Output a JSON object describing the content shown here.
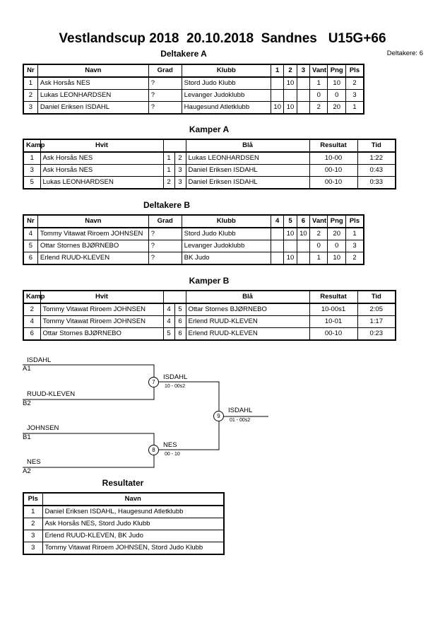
{
  "header": {
    "title": "Vestlandscup 2018  20.10.2018  Sandnes   U15G+66",
    "deltakere_count": "Deltakere: 6"
  },
  "deltakere_a": {
    "heading": "Deltakere A",
    "columns": [
      "Nr",
      "Navn",
      "Grad",
      "Klubb",
      "1",
      "2",
      "3",
      "Vant",
      "Png",
      "Pls"
    ],
    "rows": [
      [
        "1",
        "Ask Horsås NES",
        "?",
        "Stord Judo Klubb",
        "",
        "10",
        "",
        "1",
        "10",
        "2"
      ],
      [
        "2",
        "Lukas LEONHARDSEN",
        "?",
        "Levanger Judoklubb",
        "",
        "",
        "",
        "0",
        "0",
        "3"
      ],
      [
        "3",
        "Daniel Eriksen ISDAHL",
        "?",
        "Haugesund Atletklubb",
        "10",
        "10",
        "",
        "2",
        "20",
        "1"
      ]
    ]
  },
  "kamper_a": {
    "heading": "Kamper A",
    "columns": [
      "Kamp",
      "Hvit",
      "",
      "",
      "Blå",
      "Resultat",
      "Tid"
    ],
    "rows": [
      [
        "1",
        "Ask Horsås NES",
        "1",
        "2",
        "Lukas LEONHARDSEN",
        "10-00",
        "1:22"
      ],
      [
        "3",
        "Ask Horsås NES",
        "1",
        "3",
        "Daniel Eriksen ISDAHL",
        "00-10",
        "0:43"
      ],
      [
        "5",
        "Lukas LEONHARDSEN",
        "2",
        "3",
        "Daniel Eriksen ISDAHL",
        "00-10",
        "0:33"
      ]
    ]
  },
  "deltakere_b": {
    "heading": "Deltakere B",
    "columns": [
      "Nr",
      "Navn",
      "Grad",
      "Klubb",
      "4",
      "5",
      "6",
      "Vant",
      "Png",
      "Pls"
    ],
    "rows": [
      [
        "4",
        "Tommy Vitawat Riroem JOHNSEN",
        "?",
        "Stord Judo Klubb",
        "",
        "10",
        "10",
        "2",
        "20",
        "1"
      ],
      [
        "5",
        "Ottar Stornes BJØRNEBO",
        "?",
        "Levanger Judoklubb",
        "",
        "",
        "",
        "0",
        "0",
        "3"
      ],
      [
        "6",
        "Erlend RUUD-KLEVEN",
        "?",
        "BK Judo",
        "",
        "10",
        "",
        "1",
        "10",
        "2"
      ]
    ]
  },
  "kamper_b": {
    "heading": "Kamper B",
    "columns": [
      "Kamp",
      "Hvit",
      "",
      "",
      "Blå",
      "Resultat",
      "Tid"
    ],
    "rows": [
      [
        "2",
        "Tommy Vitawat Riroem JOHNSEN",
        "4",
        "5",
        "Ottar Stornes BJØRNEBO",
        "10-00s1",
        "2:05"
      ],
      [
        "4",
        "Tommy Vitawat Riroem JOHNSEN",
        "4",
        "6",
        "Erlend RUUD-KLEVEN",
        "10-01",
        "1:17"
      ],
      [
        "6",
        "Ottar Stornes BJØRNEBO",
        "5",
        "6",
        "Erlend RUUD-KLEVEN",
        "00-10",
        "0:23"
      ]
    ]
  },
  "bracket": {
    "entrants": [
      {
        "name": "ISDAHL",
        "seed": "A1"
      },
      {
        "name": "RUUD-KLEVEN",
        "seed": "B2"
      },
      {
        "name": "JOHNSEN",
        "seed": "B1"
      },
      {
        "name": "NES",
        "seed": "A2"
      }
    ],
    "matches": [
      {
        "num": "7",
        "winner": "ISDAHL",
        "score": "10 - 00s2"
      },
      {
        "num": "8",
        "winner": "NES",
        "score": "00 - 10"
      },
      {
        "num": "9",
        "winner": "ISDAHL",
        "score": "01 - 00s2"
      }
    ]
  },
  "resultater": {
    "heading": "Resultater",
    "columns": [
      "Pls",
      "Navn"
    ],
    "rows": [
      [
        "1",
        "Daniel Eriksen ISDAHL, Haugesund Atletklubb"
      ],
      [
        "2",
        "Ask Horsås NES, Stord Judo Klubb"
      ],
      [
        "3",
        "Erlend RUUD-KLEVEN, BK Judo"
      ],
      [
        "3",
        "Tommy Vitawat Riroem JOHNSEN, Stord Judo Klubb"
      ]
    ]
  }
}
